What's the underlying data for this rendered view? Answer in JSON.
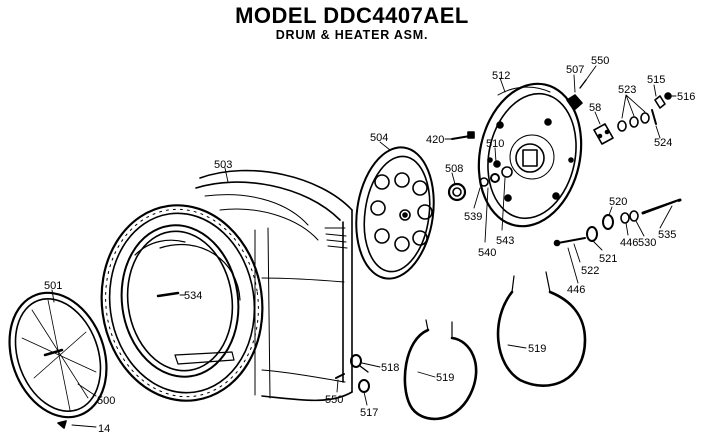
{
  "title": "MODEL DDC4407AEL",
  "subtitle": "DRUM & HEATER ASM.",
  "callouts": [
    {
      "id": "c503",
      "text": "503"
    },
    {
      "id": "c504",
      "text": "504"
    },
    {
      "id": "c501",
      "text": "501"
    },
    {
      "id": "c500",
      "text": "500"
    },
    {
      "id": "c14",
      "text": "14"
    },
    {
      "id": "c534",
      "text": "534"
    },
    {
      "id": "c420",
      "text": "420"
    },
    {
      "id": "c508",
      "text": "508"
    },
    {
      "id": "c510",
      "text": "510"
    },
    {
      "id": "c539",
      "text": "539"
    },
    {
      "id": "c540",
      "text": "540"
    },
    {
      "id": "c543",
      "text": "543"
    },
    {
      "id": "c512",
      "text": "512"
    },
    {
      "id": "c507",
      "text": "507"
    },
    {
      "id": "c550a",
      "text": "550"
    },
    {
      "id": "c58",
      "text": "58"
    },
    {
      "id": "c523",
      "text": "523"
    },
    {
      "id": "c515",
      "text": "515"
    },
    {
      "id": "c516",
      "text": "516"
    },
    {
      "id": "c524",
      "text": "524"
    },
    {
      "id": "c520",
      "text": "520"
    },
    {
      "id": "c521",
      "text": "521"
    },
    {
      "id": "c522",
      "text": "522"
    },
    {
      "id": "c446a",
      "text": "446"
    },
    {
      "id": "c530",
      "text": "530"
    },
    {
      "id": "c535",
      "text": "535"
    },
    {
      "id": "c446b",
      "text": "446"
    },
    {
      "id": "c518",
      "text": "518"
    },
    {
      "id": "c550b",
      "text": "550"
    },
    {
      "id": "c517",
      "text": "517"
    },
    {
      "id": "c519a",
      "text": "519"
    },
    {
      "id": "c519b",
      "text": "519"
    }
  ]
}
